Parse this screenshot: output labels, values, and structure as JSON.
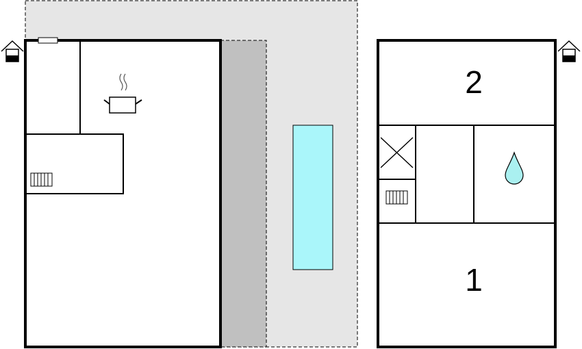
{
  "plan": {
    "left_building": {
      "icons": [
        "entrance-icon",
        "cooking-pot-icon",
        "radiator-icon",
        "window-icon"
      ]
    },
    "right_building": {
      "rooms": [
        {
          "name": "bedroom-2",
          "label": "2"
        },
        {
          "name": "bedroom-1",
          "label": "1"
        }
      ],
      "icons": [
        "entrance-icon",
        "toilet-cross-icon",
        "radiator-icon",
        "water-drop-icon"
      ]
    },
    "outdoor": {
      "features": [
        "terrace",
        "covered-terrace",
        "swimming-pool"
      ]
    }
  },
  "colors": {
    "terrace": "#e6e6e6",
    "covered_terrace": "#c0c0c0",
    "pool": "#aaf6fa",
    "wall": "#000000",
    "drop": "#aaf0f0"
  }
}
